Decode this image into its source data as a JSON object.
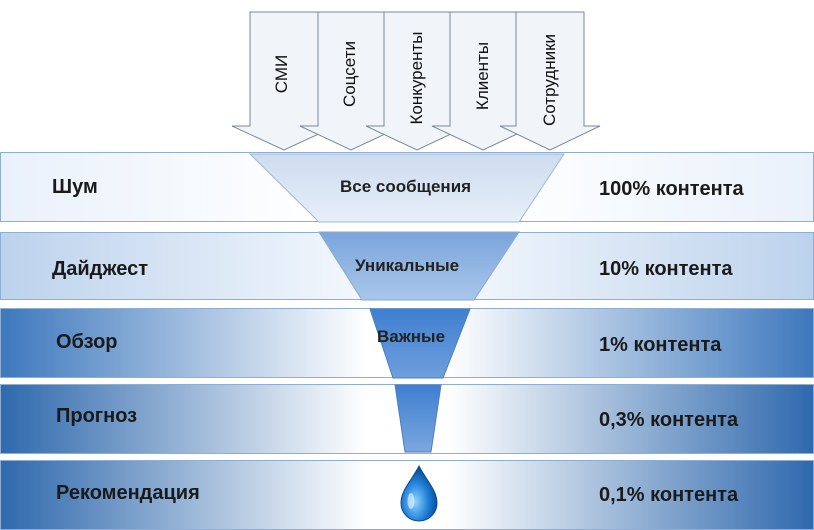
{
  "sources": [
    "СМИ",
    "Соцсети",
    "Конкуренты",
    "Клиенты",
    "Сотрудники"
  ],
  "levels": [
    {
      "name": "Шум",
      "funnel_label": "Все сообщения",
      "percent": "100% контента"
    },
    {
      "name": "Дайджест",
      "funnel_label": "Уникальные",
      "percent": "10% контента"
    },
    {
      "name": "Обзор",
      "funnel_label": "Важные",
      "percent": "1% контента"
    },
    {
      "name": "Прогноз",
      "funnel_label": "",
      "percent": "0,3% контента"
    },
    {
      "name": "Рекомендация",
      "funnel_label": "",
      "percent": "0,1% контента"
    }
  ],
  "colors": {
    "band_border": "#8faed3",
    "funnel_light": "#dfe9f6",
    "funnel_mid": "#8fb4e0",
    "funnel_dark": "#3a78c9",
    "arrow_fill": "#f1f5fa",
    "arrow_stroke": "#7a8796"
  },
  "icons": [
    "water-drop-icon"
  ]
}
